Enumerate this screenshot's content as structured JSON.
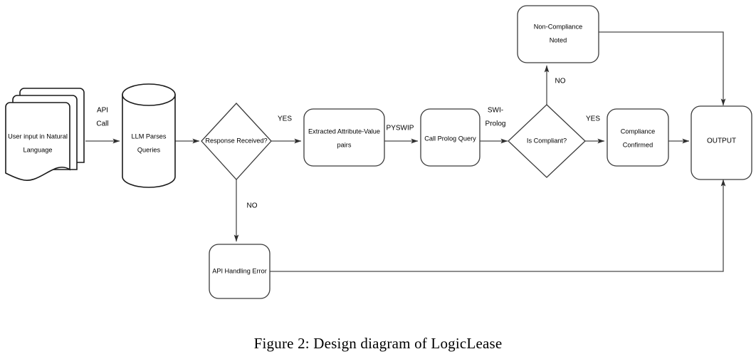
{
  "figure": {
    "caption": "Figure 2:  Design diagram of LogicLease",
    "colors": {
      "node_stroke": "#3b3b3b",
      "connector": "#4a4a4a",
      "node_fill": "#ffffff",
      "text": "#000000",
      "background": "#ffffff"
    }
  },
  "nodes": {
    "user_input": {
      "label_line1": "User input in Natural",
      "label_line2": "Language",
      "shape": "multi-document"
    },
    "llm_parses": {
      "label_line1": "LLM Parses",
      "label_line2": "Queries",
      "shape": "cylinder"
    },
    "response_received": {
      "label": "Response Received?",
      "shape": "diamond"
    },
    "extracted_pairs": {
      "label_line1": "Extracted Attribute-Value",
      "label_line2": "pairs",
      "shape": "rounded-rect"
    },
    "call_prolog": {
      "label": "Call Prolog Query",
      "shape": "rounded-rect"
    },
    "is_compliant": {
      "label": "Is Compliant?",
      "shape": "diamond"
    },
    "compliance_confirmed": {
      "label_line1": "Compliance",
      "label_line2": "Confirmed",
      "shape": "rounded-rect"
    },
    "non_compliance": {
      "label_line1": "Non-Compliance",
      "label_line2": "Noted",
      "shape": "rounded-rect"
    },
    "api_handling_error": {
      "label": "API Handling Error",
      "shape": "rounded-rect"
    },
    "output": {
      "label": "OUTPUT",
      "shape": "rounded-rect"
    }
  },
  "edge_labels": {
    "api_call_line1": "API",
    "api_call_line2": "Call",
    "yes_response": "YES",
    "no_response": "NO",
    "pyswip": "PYSWIP",
    "swi_line1": "SWI-",
    "swi_line2": "Prolog",
    "yes_compliant": "YES",
    "no_compliant": "NO"
  }
}
